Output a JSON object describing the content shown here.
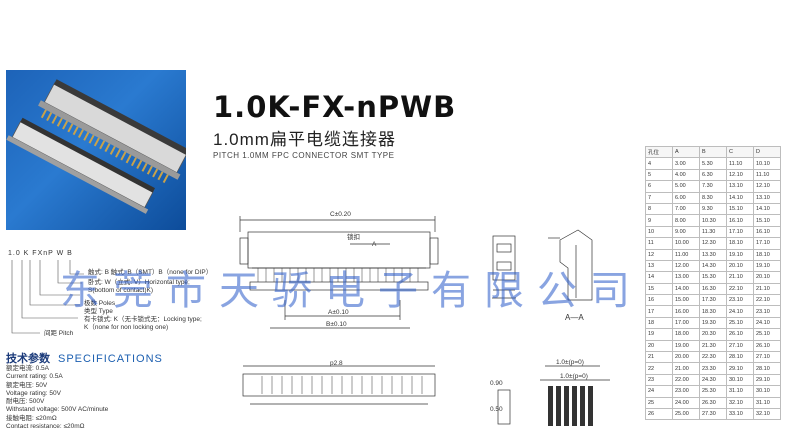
{
  "header": {
    "title": "1.0K-FX-nPWB",
    "subtitle": "1.0mm扁平电缆连接器",
    "pitch_line": "PITCH 1.0MM FPC CONNECTOR SMT TYPE"
  },
  "part_code": {
    "text": "1.0  K  FXnP  W  B",
    "legend": [
      "触式: B  触式: B（SMT）B（none for DIP）",
      "卧式: W（立式: V）Horizontal type;",
      "S(bottom of contact)K)",
      "极数 Poles",
      "类型 Type",
      "有卡锁式: K（无卡锁式无：Locking type;",
      "K（none for non locking one)",
      "间距 Pitch"
    ]
  },
  "specs": {
    "title_cn": "技术参数",
    "title_en": "SPECIFICATIONS",
    "lines": [
      "额定电流: 0.5A",
      "Current rating: 0.5A",
      "额定电压: 50V",
      "Voltage rating: 50V",
      "耐电压: 500V",
      "Withstand voltage: 500V AC/minute",
      "接触电阻: ≤20mΩ",
      "Contact resistance: ≤20mΩ"
    ]
  },
  "drawing_labels": {
    "top_dim": "C±0.20",
    "lock_label": "锁扣",
    "a_arrow": "A",
    "bottom_dim": "A±0.10",
    "b_dim": "B±0.10",
    "section": "A—A",
    "front_dim": "p2.8",
    "pad_dim1": "1.0±(p=0)",
    "pad_dim2": "1.0±(p=0)",
    "small_dim1": "0.90",
    "small_dim2": "0.50"
  },
  "watermark": "东莞市天骄电子有限公司",
  "table": {
    "headers": [
      "孔位",
      "A",
      "B",
      "C",
      "D"
    ],
    "rows": [
      [
        "4",
        "3.00",
        "5.30",
        "11.10",
        "10.10"
      ],
      [
        "5",
        "4.00",
        "6.30",
        "12.10",
        "11.10"
      ],
      [
        "6",
        "5.00",
        "7.30",
        "13.10",
        "12.10"
      ],
      [
        "7",
        "6.00",
        "8.30",
        "14.10",
        "13.10"
      ],
      [
        "8",
        "7.00",
        "9.30",
        "15.10",
        "14.10"
      ],
      [
        "9",
        "8.00",
        "10.30",
        "16.10",
        "15.10"
      ],
      [
        "10",
        "9.00",
        "11.30",
        "17.10",
        "16.10"
      ],
      [
        "11",
        "10.00",
        "12.30",
        "18.10",
        "17.10"
      ],
      [
        "12",
        "11.00",
        "13.30",
        "19.10",
        "18.10"
      ],
      [
        "13",
        "12.00",
        "14.30",
        "20.10",
        "19.10"
      ],
      [
        "14",
        "13.00",
        "15.30",
        "21.10",
        "20.10"
      ],
      [
        "15",
        "14.00",
        "16.30",
        "22.10",
        "21.10"
      ],
      [
        "16",
        "15.00",
        "17.30",
        "23.10",
        "22.10"
      ],
      [
        "17",
        "16.00",
        "18.30",
        "24.10",
        "23.10"
      ],
      [
        "18",
        "17.00",
        "19.30",
        "25.10",
        "24.10"
      ],
      [
        "19",
        "18.00",
        "20.30",
        "26.10",
        "25.10"
      ],
      [
        "20",
        "19.00",
        "21.30",
        "27.10",
        "26.10"
      ],
      [
        "21",
        "20.00",
        "22.30",
        "28.10",
        "27.10"
      ],
      [
        "22",
        "21.00",
        "23.30",
        "29.10",
        "28.10"
      ],
      [
        "23",
        "22.00",
        "24.30",
        "30.10",
        "29.10"
      ],
      [
        "24",
        "23.00",
        "25.30",
        "31.10",
        "30.10"
      ],
      [
        "25",
        "24.00",
        "26.30",
        "32.10",
        "31.10"
      ],
      [
        "26",
        "25.00",
        "27.30",
        "33.10",
        "32.10"
      ]
    ]
  }
}
